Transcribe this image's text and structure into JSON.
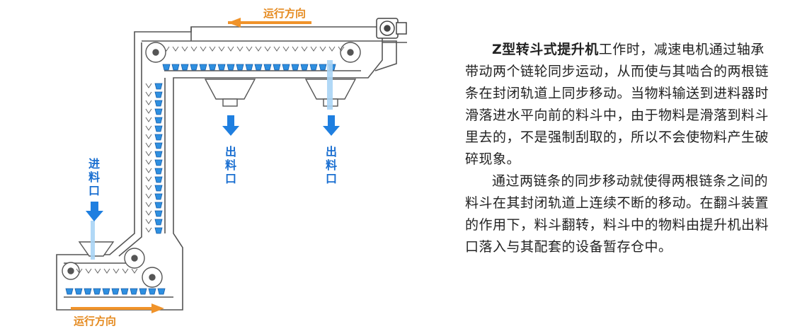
{
  "diagram": {
    "direction_top": "运行方向",
    "direction_bottom": "运行方向",
    "inlet_label": [
      "进",
      "料",
      "口"
    ],
    "outlet1_label": [
      "出",
      "料",
      "口"
    ],
    "outlet2_label": [
      "出",
      "料",
      "口"
    ],
    "colors": {
      "frame": "#555555",
      "bucket": "#2e8fe0",
      "arrow_blue": "#1f7fe0",
      "arrow_orange": "#f0932a",
      "label_blue": "#1a6fd1",
      "label_orange": "#e58a1f"
    }
  },
  "description": {
    "para1_title": "Z型转斗式提升机",
    "para1_body": "工作时，减速电机通过轴承带动两个链轮同步运动，从而使与其啮合的两根链条在封闭轨道上同步移动。当物料输送到进料器时滑落进水平向前的料斗中，由于物料是滑落到料斗里去的，不是强制刮取的，所以不会使物料产生破碎现象。",
    "para2": "通过两链条的同步移动就使得两根链条之间的料斗在其封闭轨道上连续不断的移动。在翻斗装置的作用下，料斗翻转，料斗中的物料由提升机出料口落入与其配套的设备暂存仓中。"
  }
}
